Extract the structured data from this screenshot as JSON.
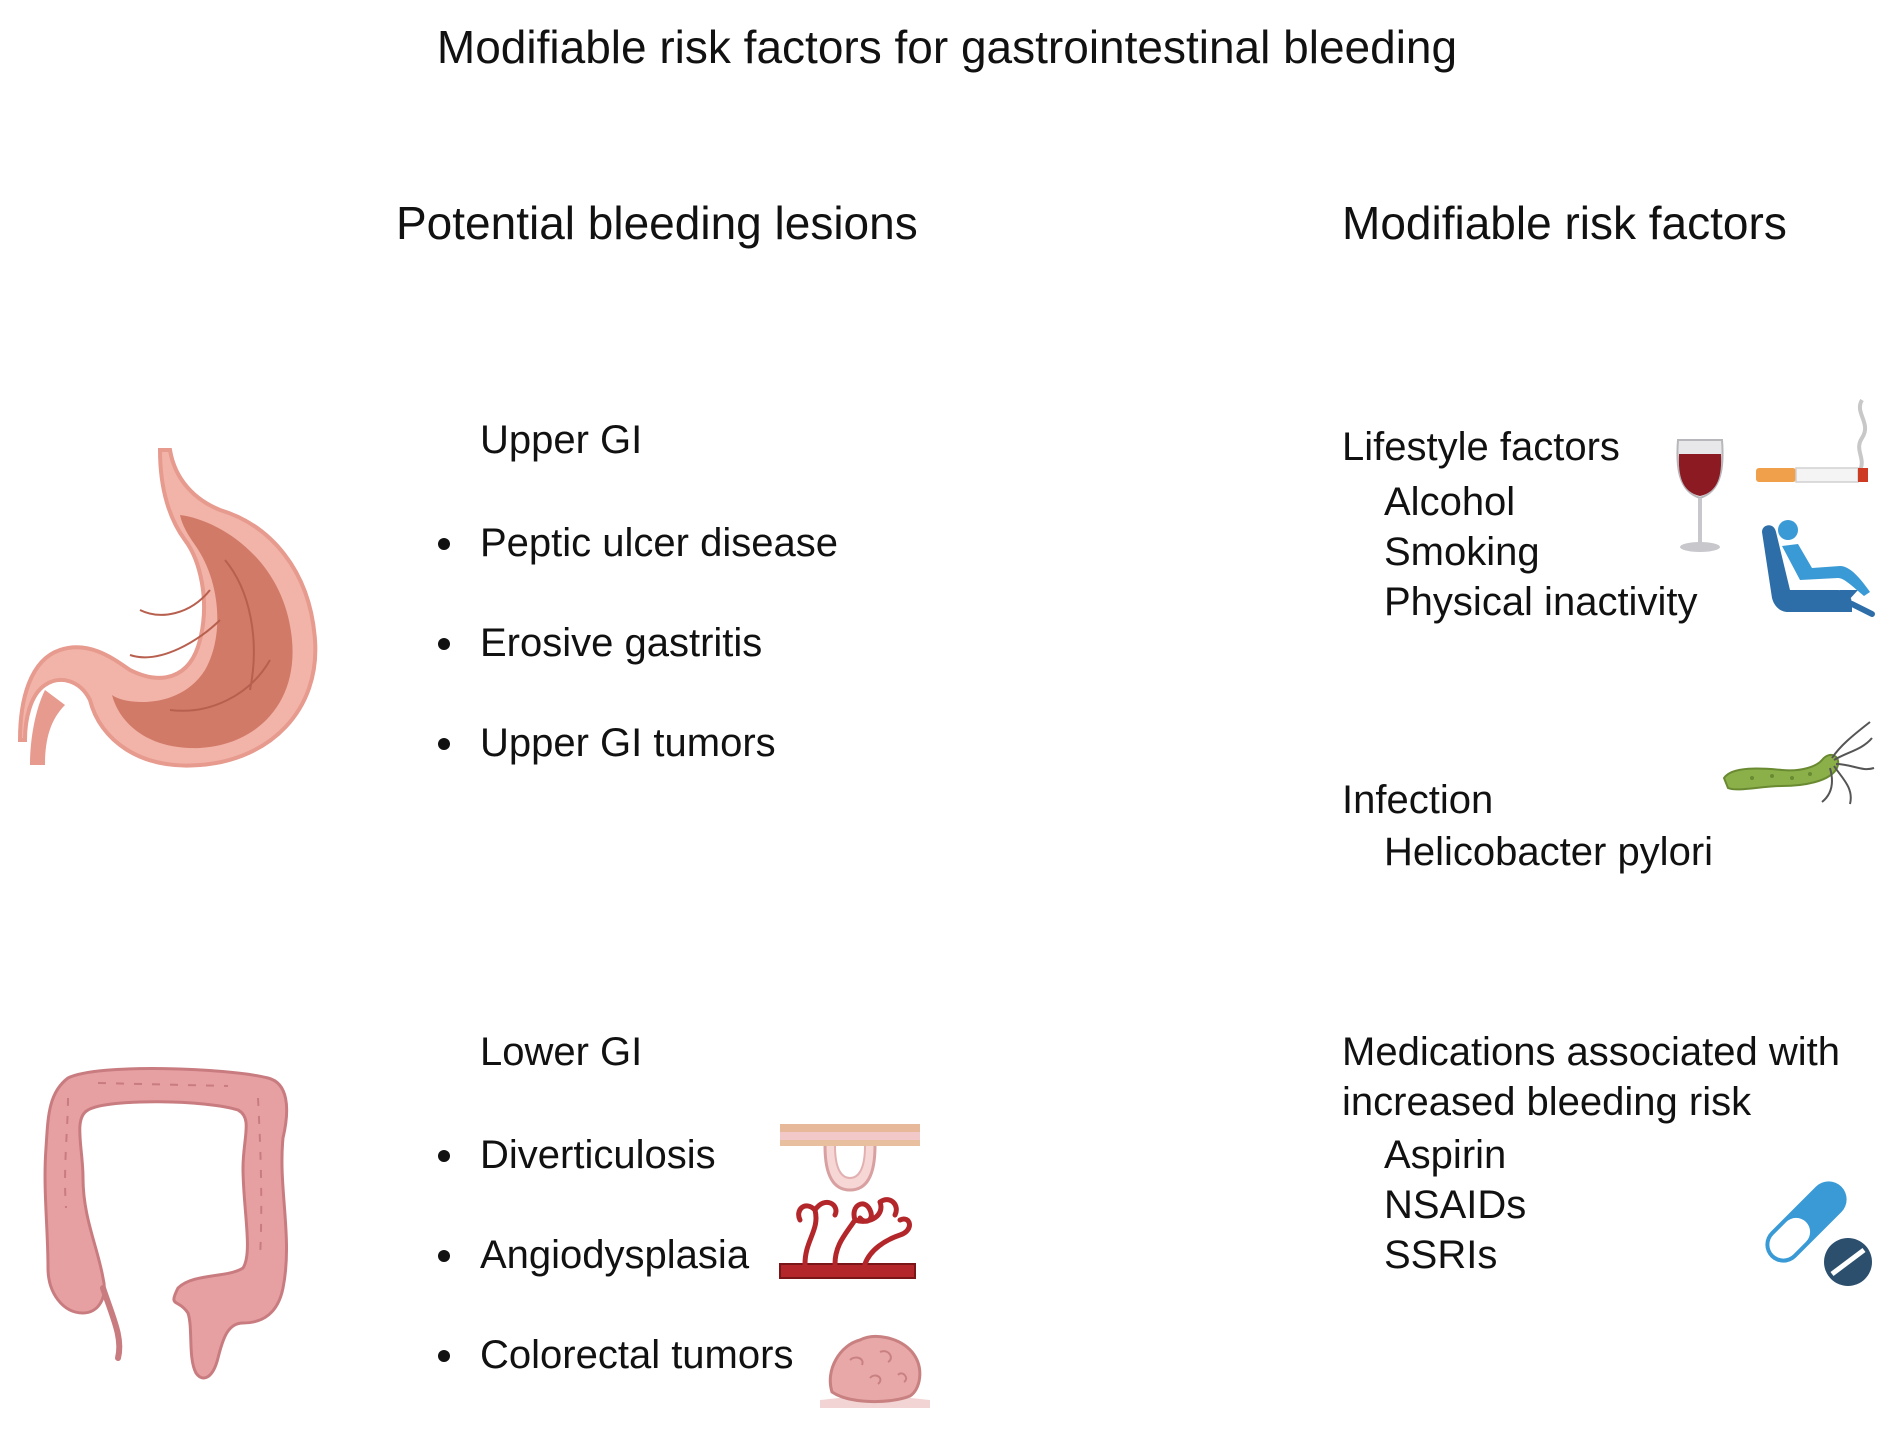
{
  "title": "Modifiable risk factors for gastrointestinal bleeding",
  "left_column": {
    "heading": "Potential bleeding lesions",
    "upper": {
      "heading": "Upper GI",
      "items": [
        "Peptic ulcer disease",
        "Erosive gastritis",
        "Upper GI tumors"
      ]
    },
    "lower": {
      "heading": "Lower GI",
      "items": [
        "Diverticulosis",
        "Angiodysplasia",
        "Colorectal tumors"
      ]
    }
  },
  "right_column": {
    "heading": "Modifiable risk factors",
    "lifestyle": {
      "heading": "Lifestyle factors",
      "items": [
        "Alcohol",
        "Smoking",
        "Physical inactivity"
      ]
    },
    "infection": {
      "heading": "Infection",
      "items": [
        "Helicobacter pylori"
      ]
    },
    "medications": {
      "heading_line1": "Medications associated with",
      "heading_line2": "increased bleeding risk",
      "items": [
        "Aspirin",
        "NSAIDs",
        "SSRIs"
      ]
    }
  },
  "icons": {
    "stomach": "stomach-icon",
    "colon": "colon-icon",
    "wine": "wine-glass-icon",
    "cigarette": "cigarette-icon",
    "armchair": "armchair-person-icon",
    "bacteria": "helicobacter-bacteria-icon",
    "diverticulum": "diverticulum-icon",
    "vessels": "angiodysplasia-vessels-icon",
    "tumor": "tumor-icon",
    "pill": "pill-capsule-icon"
  },
  "colors": {
    "stomach": "#d9806e",
    "colon": "#e0989a",
    "wine": "#8b1a22",
    "blue_accent": "#3a8fd6",
    "dark_blue": "#2d4f6e",
    "bacteria": "#8bb04a",
    "vessel": "#b3262a"
  }
}
